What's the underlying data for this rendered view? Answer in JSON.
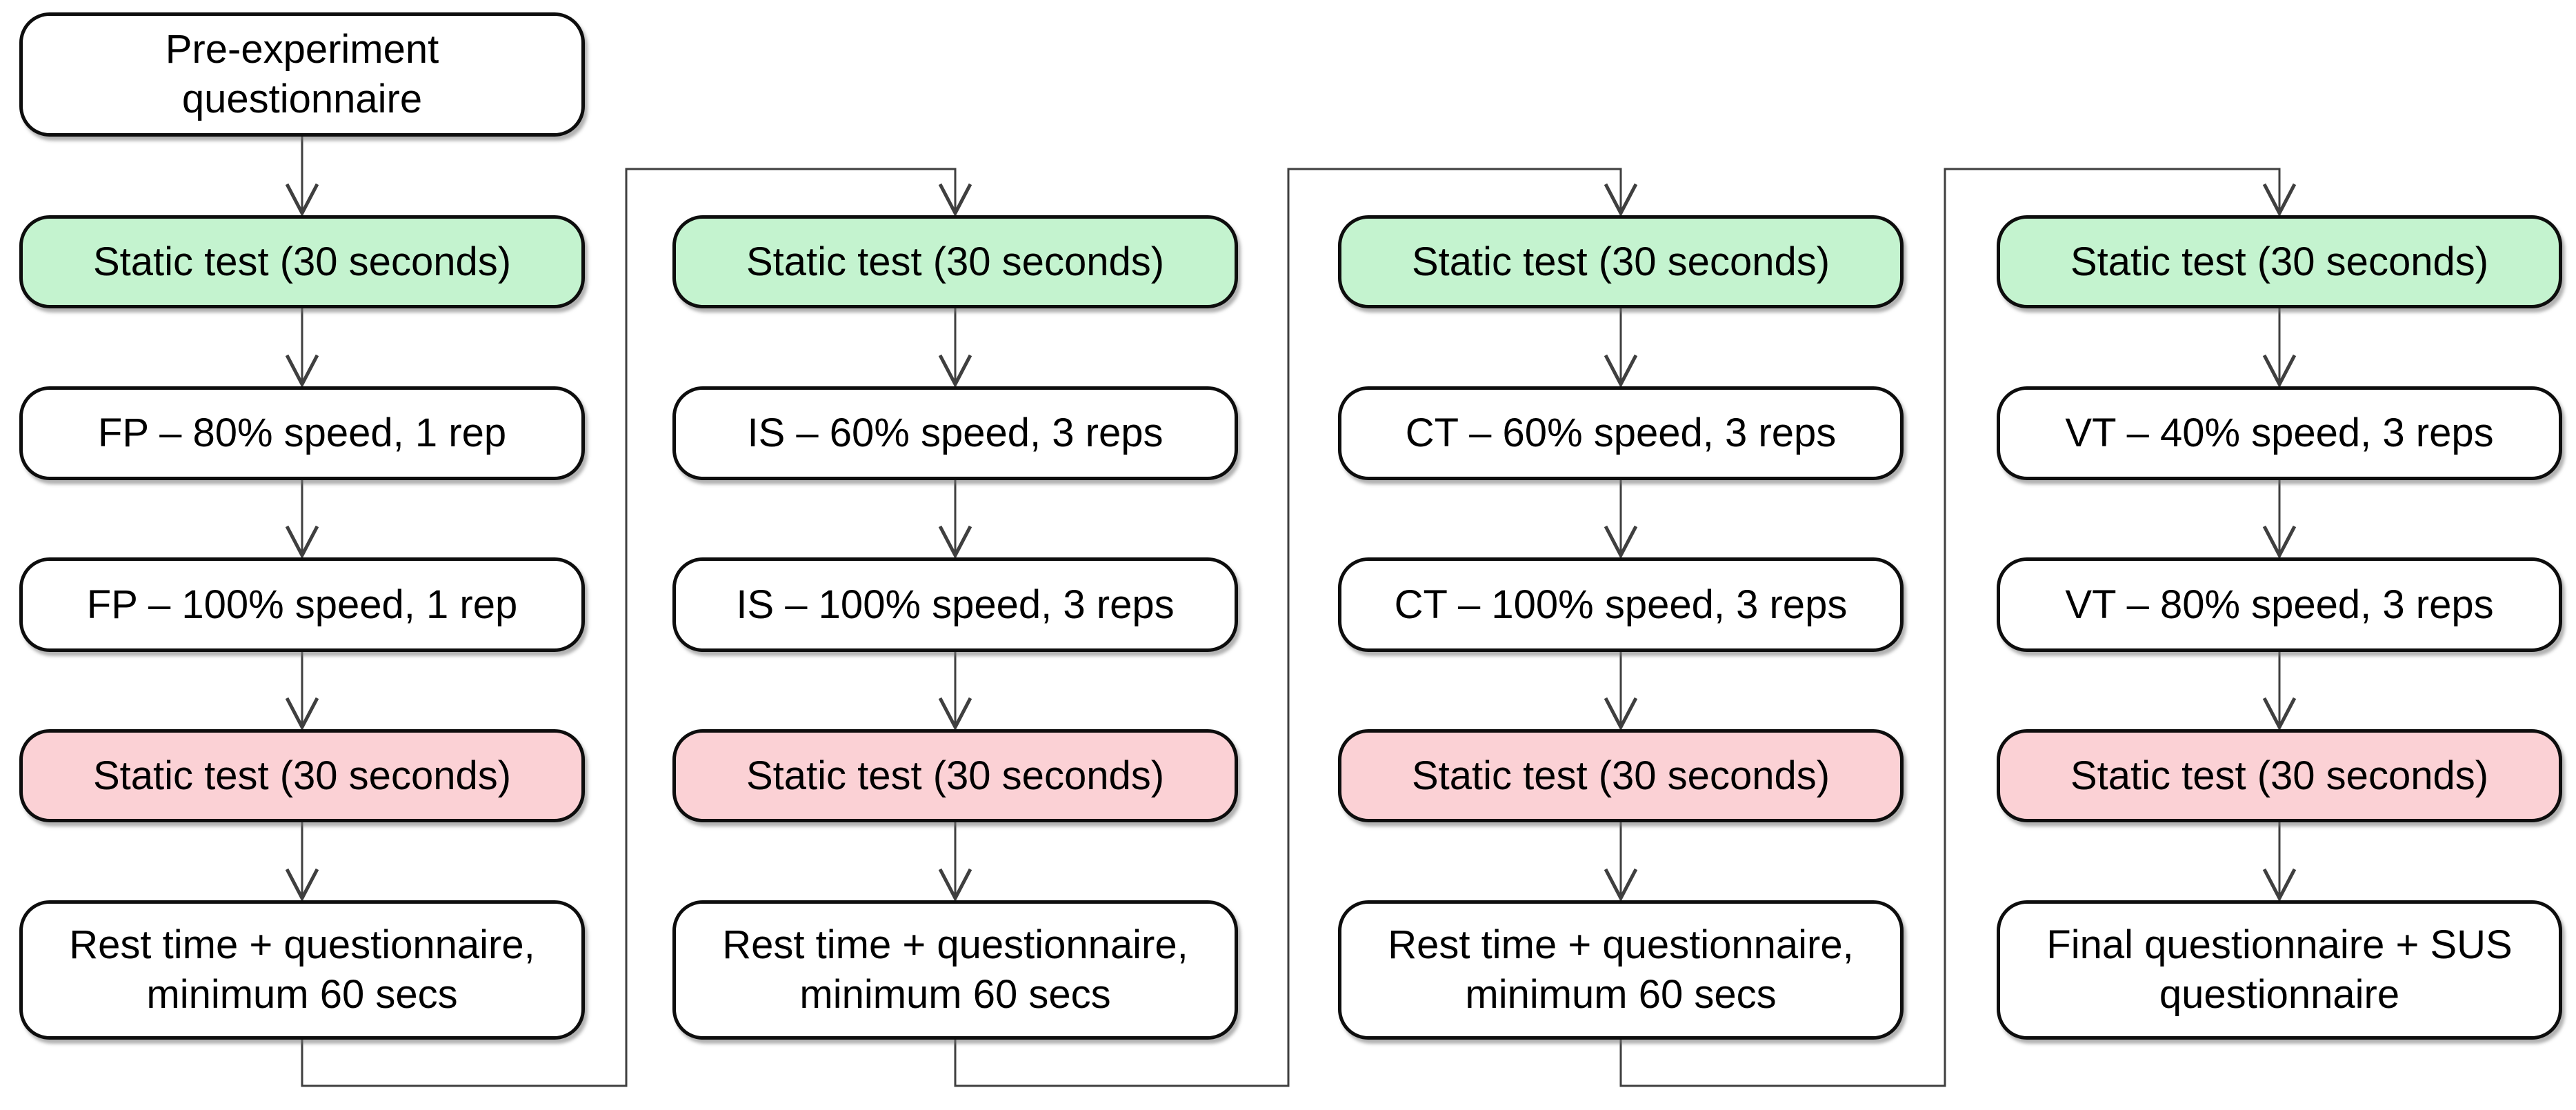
{
  "diagram": {
    "connector_color": "#3f3f3f",
    "palette": {
      "static_test_start": "#c4f3cf",
      "static_test_end": "#fbd1d5",
      "default_box": "#ffffff",
      "box_border": "#0d0d0d"
    },
    "columns": [
      {
        "boxes": [
          {
            "label": "Pre-experiment\nquestionnaire",
            "fill": "#ffffff"
          },
          {
            "label": "Static test (30 seconds)",
            "fill": "#c4f3cf"
          },
          {
            "label": "FP – 80% speed, 1 rep",
            "fill": "#ffffff"
          },
          {
            "label": "FP – 100% speed, 1 rep",
            "fill": "#ffffff"
          },
          {
            "label": "Static test (30 seconds)",
            "fill": "#fbd1d5"
          },
          {
            "label": "Rest time + questionnaire,\nminimum 60 secs",
            "fill": "#ffffff"
          }
        ]
      },
      {
        "boxes": [
          {
            "label": "Static test (30 seconds)",
            "fill": "#c4f3cf"
          },
          {
            "label": "IS – 60% speed, 3 reps",
            "fill": "#ffffff"
          },
          {
            "label": "IS – 100% speed, 3 reps",
            "fill": "#ffffff"
          },
          {
            "label": "Static test (30 seconds)",
            "fill": "#fbd1d5"
          },
          {
            "label": "Rest time + questionnaire,\nminimum 60 secs",
            "fill": "#ffffff"
          }
        ]
      },
      {
        "boxes": [
          {
            "label": "Static test (30 seconds)",
            "fill": "#c4f3cf"
          },
          {
            "label": "CT – 60% speed, 3 reps",
            "fill": "#ffffff"
          },
          {
            "label": "CT – 100% speed, 3 reps",
            "fill": "#ffffff"
          },
          {
            "label": "Static test (30 seconds)",
            "fill": "#fbd1d5"
          },
          {
            "label": "Rest time + questionnaire,\nminimum 60 secs",
            "fill": "#ffffff"
          }
        ]
      },
      {
        "boxes": [
          {
            "label": "Static test (30 seconds)",
            "fill": "#c4f3cf"
          },
          {
            "label": "VT – 40% speed, 3 reps",
            "fill": "#ffffff"
          },
          {
            "label": "VT – 80% speed, 3 reps",
            "fill": "#ffffff"
          },
          {
            "label": "Static test (30 seconds)",
            "fill": "#fbd1d5"
          },
          {
            "label": "Final questionnaire + SUS\nquestionnaire",
            "fill": "#ffffff"
          }
        ]
      }
    ]
  }
}
